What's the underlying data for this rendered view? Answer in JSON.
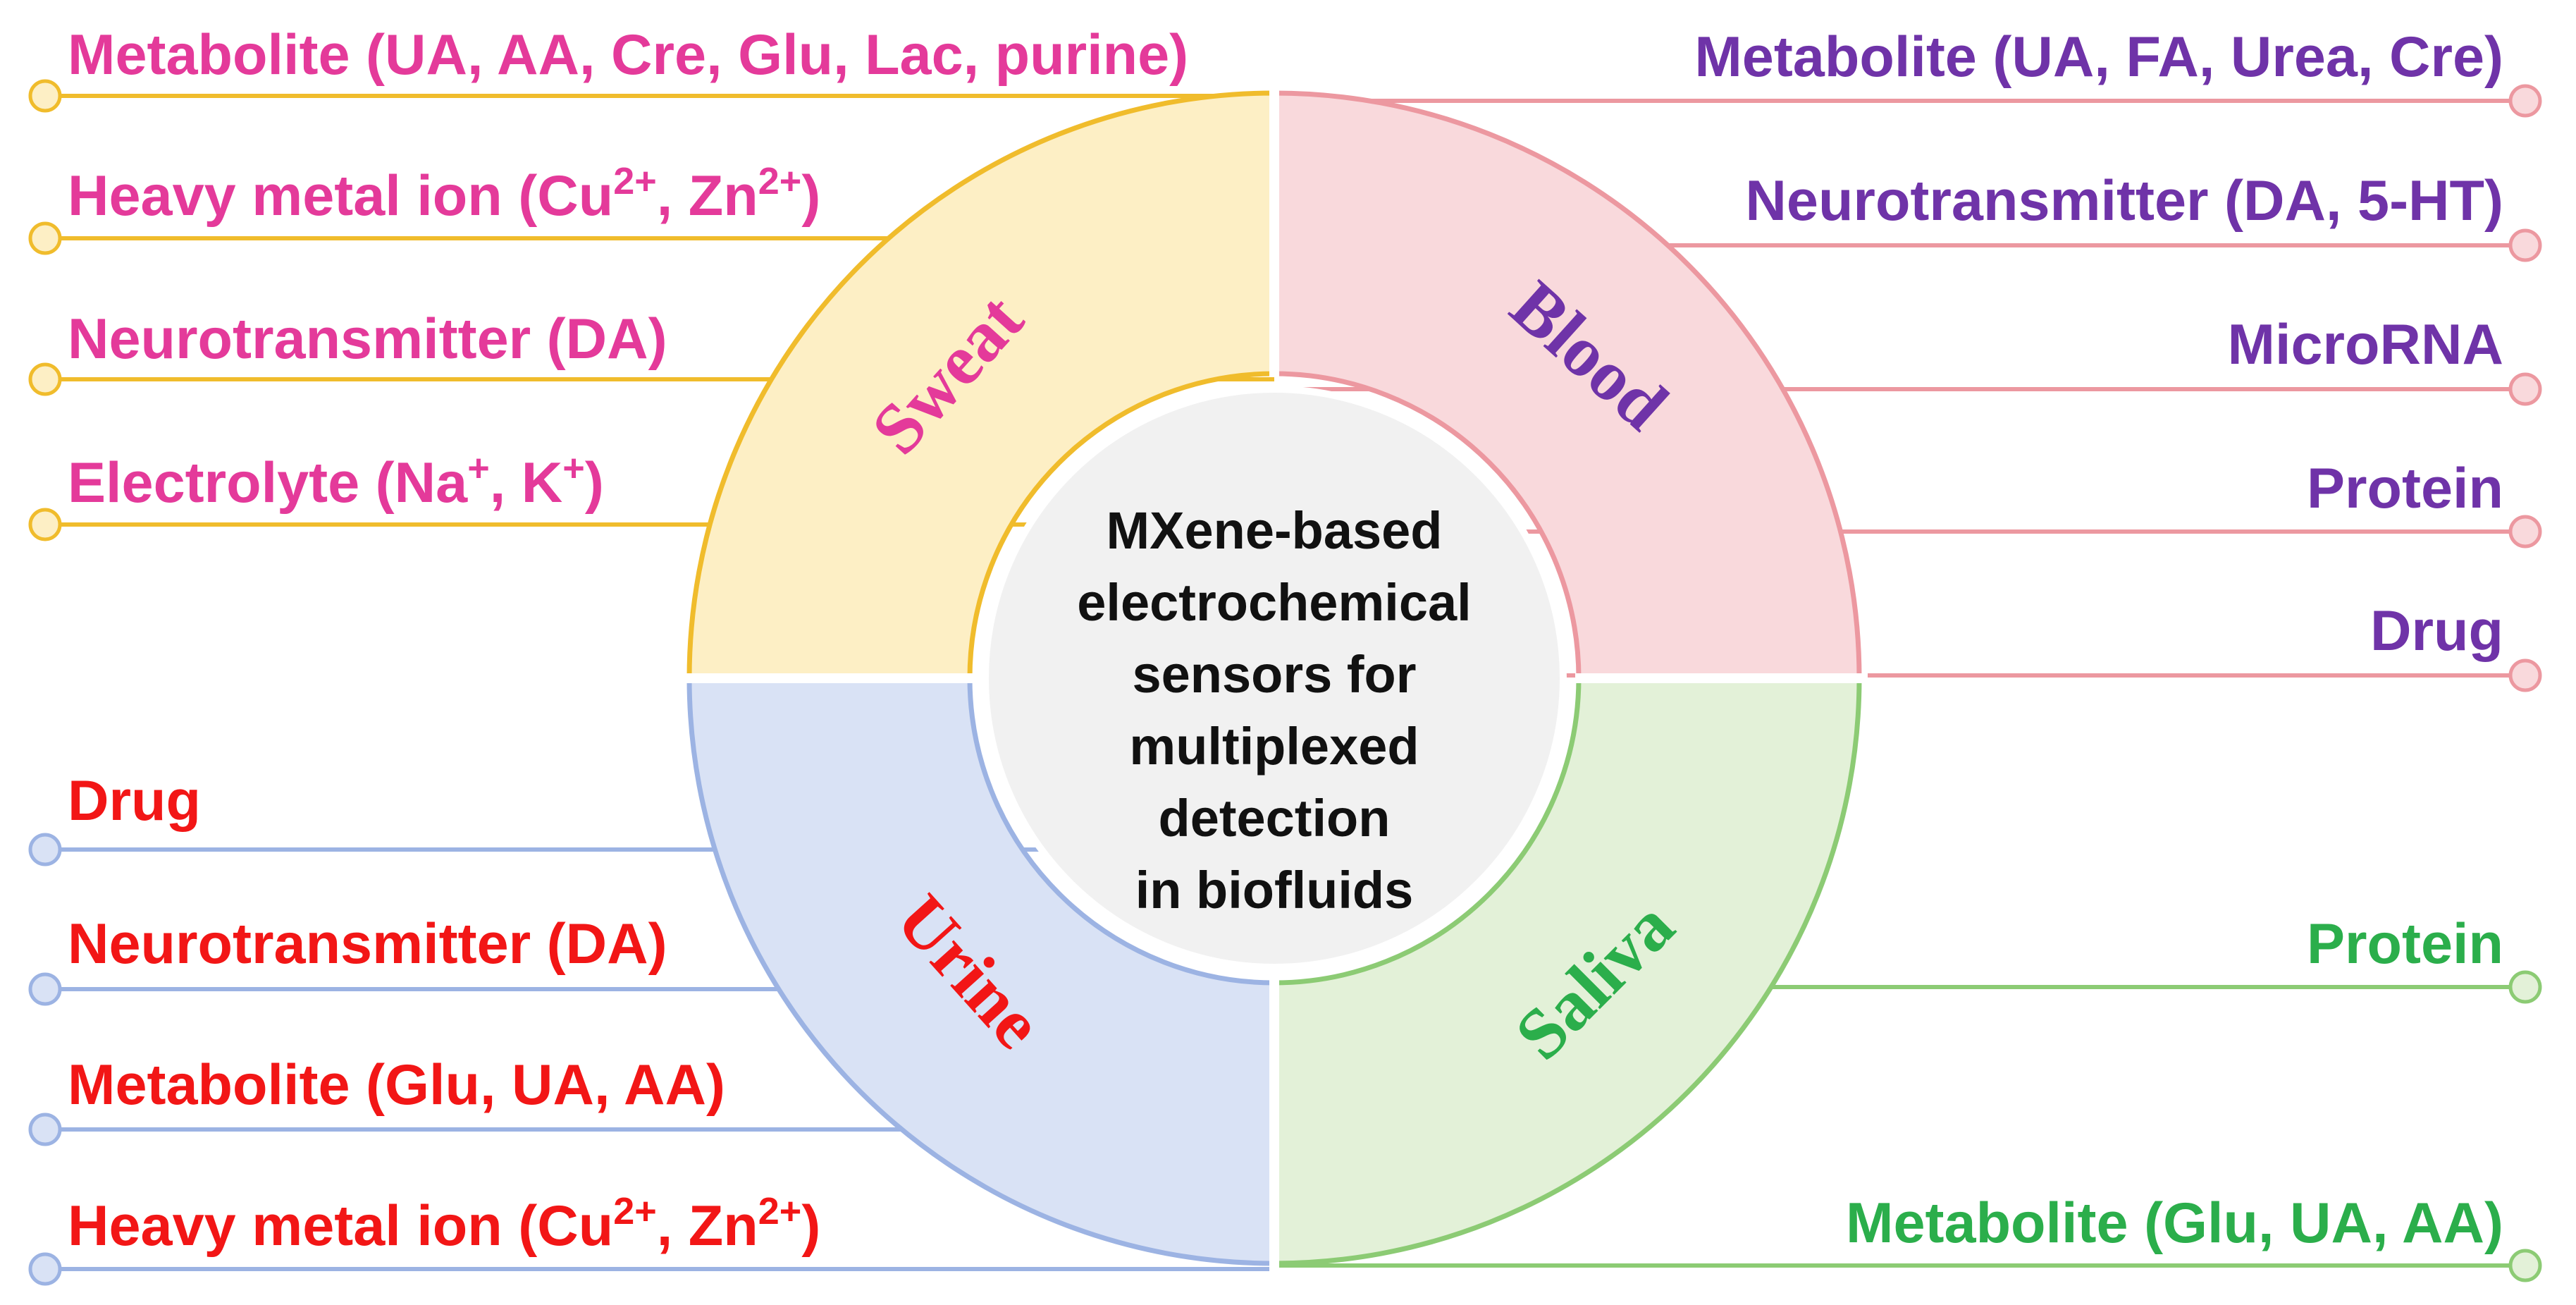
{
  "center": {
    "lines": [
      "MXene-based",
      "electrochemical",
      "sensors for",
      "multiplexed",
      "detection",
      "in biofluids"
    ]
  },
  "colors": {
    "sweat_text": "#E43A9A",
    "sweat_line": "#F0BC2C",
    "sweat_fill": "#FDEFC5",
    "blood_text": "#6F33A8",
    "blood_line": "#EC98A0",
    "blood_fill": "#F9D9DC",
    "urine_text": "#F21616",
    "urine_line": "#9CB3E3",
    "urine_fill": "#D9E2F5",
    "saliva_text": "#2BAE4B",
    "saliva_line": "#8CCB74",
    "saliva_fill": "#E3F1D8",
    "center_fill": "#F1F1F1"
  },
  "quadrants": {
    "sweat": {
      "title": "Sweat",
      "items": [
        {
          "parts": [
            {
              "t": "Metabolite (UA, AA, Cre, Glu, Lac, purine)"
            }
          ]
        },
        {
          "parts": [
            {
              "t": "Heavy metal ion (Cu"
            },
            {
              "t": "2+",
              "sup": true
            },
            {
              "t": ", Zn"
            },
            {
              "t": "2+",
              "sup": true
            },
            {
              "t": ")"
            }
          ]
        },
        {
          "parts": [
            {
              "t": "Neurotransmitter (DA)"
            }
          ]
        },
        {
          "parts": [
            {
              "t": "Electrolyte (Na"
            },
            {
              "t": "+",
              "sup": true
            },
            {
              "t": ", K"
            },
            {
              "t": "+",
              "sup": true
            },
            {
              "t": ")"
            }
          ]
        }
      ]
    },
    "blood": {
      "title": "Blood",
      "items": [
        {
          "parts": [
            {
              "t": "Metabolite (UA, FA, Urea, Cre)"
            }
          ]
        },
        {
          "parts": [
            {
              "t": "Neurotransmitter (DA, 5-HT)"
            }
          ]
        },
        {
          "parts": [
            {
              "t": "MicroRNA"
            }
          ]
        },
        {
          "parts": [
            {
              "t": "Protein"
            }
          ]
        },
        {
          "parts": [
            {
              "t": "Drug"
            }
          ]
        }
      ]
    },
    "urine": {
      "title": "Urine",
      "items": [
        {
          "parts": [
            {
              "t": "Drug"
            }
          ]
        },
        {
          "parts": [
            {
              "t": "Neurotransmitter (DA)"
            }
          ]
        },
        {
          "parts": [
            {
              "t": "Metabolite (Glu, UA, AA)"
            }
          ]
        },
        {
          "parts": [
            {
              "t": "Heavy metal ion (Cu"
            },
            {
              "t": "2+",
              "sup": true
            },
            {
              "t": ", Zn"
            },
            {
              "t": "2+",
              "sup": true
            },
            {
              "t": ")"
            }
          ]
        }
      ]
    },
    "saliva": {
      "title": "Saliva",
      "items": [
        {
          "parts": [
            {
              "t": "Protein"
            }
          ]
        },
        {
          "parts": [
            {
              "t": "Metabolite (Glu, UA, AA)"
            }
          ]
        }
      ]
    }
  }
}
